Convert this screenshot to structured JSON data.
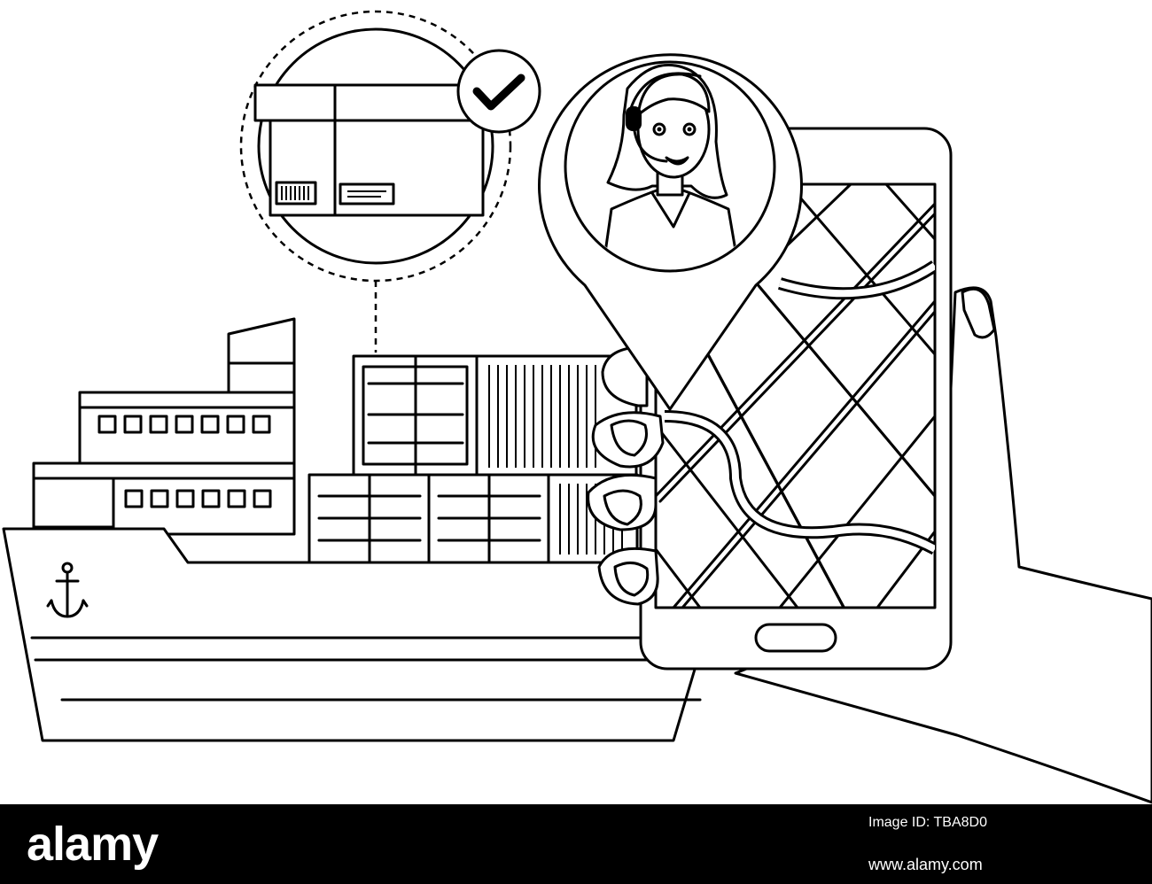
{
  "illustration": {
    "subjects": [
      "ship-icon",
      "container-icon",
      "box-icon",
      "check-icon",
      "location-pin-icon",
      "operator-icon",
      "smartphone-icon",
      "map-icon",
      "hand-icon",
      "anchor-icon"
    ]
  },
  "footer": {
    "brand": "alamy",
    "image_id_label": "Image ID: TBA8D0",
    "image_code": "",
    "url": "www.alamy.com"
  },
  "colors": {
    "line": "#000000",
    "background": "#ffffff",
    "footer": "#000000"
  }
}
